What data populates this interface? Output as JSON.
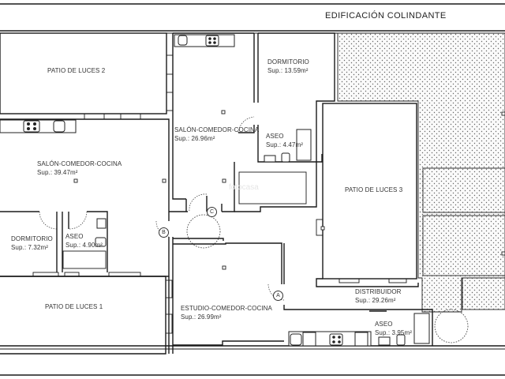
{
  "header": {
    "title": "EDIFICACIÓN COLINDANTE"
  },
  "patios": [
    {
      "id": "patio-2",
      "label": "PATIO DE LUCES 2"
    },
    {
      "id": "patio-1",
      "label": "PATIO DE LUCES 1"
    },
    {
      "id": "patio-3",
      "label": "PATIO DE LUCES 3"
    }
  ],
  "rooms": {
    "salon_left": {
      "name": "SALÓN-COMEDOR-COCINA",
      "area": "Sup.: 39.47m²"
    },
    "dormitorio_left": {
      "name": "DORMITORIO",
      "area": "Sup.: 7.32m²"
    },
    "aseo_left": {
      "name": "ASEO",
      "area": "Sup.: 4.90m²"
    },
    "salon_center": {
      "name": "SALÓN-COMEDOR-COCINA",
      "area": "Sup.: 26.96m²"
    },
    "dormitorio_top": {
      "name": "DORMITORIO",
      "area": "Sup.: 13.59m²"
    },
    "aseo_center": {
      "name": "ASEO",
      "area": "Sup.: 4.47m²"
    },
    "estudio": {
      "name": "ESTUDIO-COMEDOR-COCINA",
      "area": "Sup.: 26.99m²"
    },
    "distribuidor": {
      "name": "DISTRIBUIDOR",
      "area": "Sup.: 29.26m²"
    },
    "aseo_bottom": {
      "name": "ASEO",
      "area": "Sup.: 3.95m²"
    }
  },
  "entrances": [
    {
      "id": "A",
      "label": "A"
    },
    {
      "id": "B",
      "label": "B"
    },
    {
      "id": "C",
      "label": "C"
    }
  ],
  "watermark": "fotocasa",
  "colors": {
    "line": "#1a1a1a",
    "text": "#333333",
    "background": "#ffffff"
  }
}
